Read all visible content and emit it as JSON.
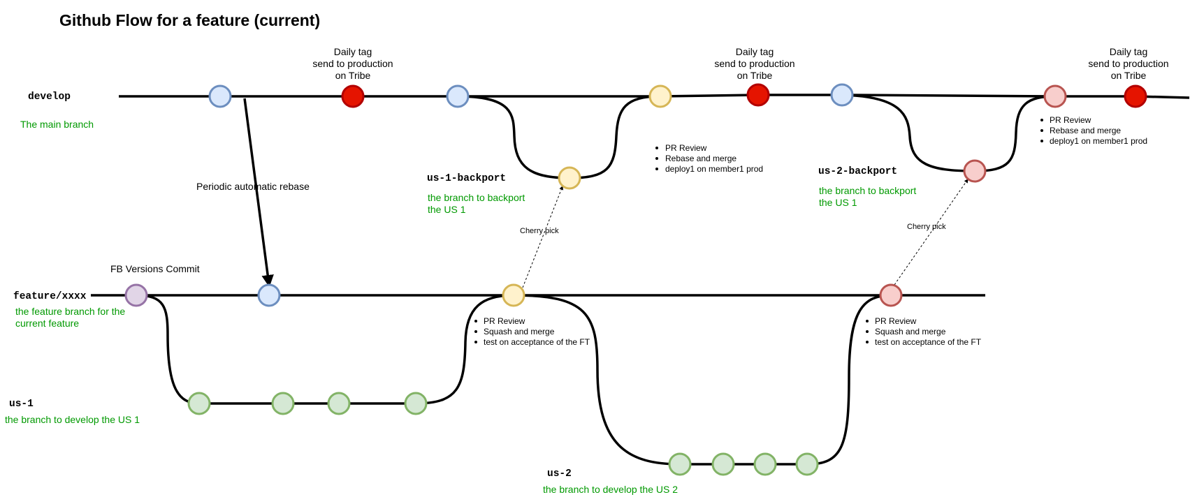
{
  "title": "Github Flow for a feature (current)",
  "colors": {
    "blue_fill": "#dae8fc",
    "blue_stroke": "#6c8ebf",
    "red_fill": "#e51400",
    "red_stroke": "#b20000",
    "yellow_fill": "#fff2cc",
    "yellow_stroke": "#d6b656",
    "pink_fill": "#f8cecc",
    "pink_stroke": "#b85450",
    "purple_fill": "#e1d5e7",
    "purple_stroke": "#9673a6",
    "green_fill": "#d5e8d4",
    "green_stroke": "#82b366",
    "description_text": "#009900"
  },
  "branches": {
    "develop": {
      "name": "develop",
      "description": "The main branch"
    },
    "us1_backport": {
      "name": "us-1-backport",
      "description": [
        "the branch to backport",
        "the US 1"
      ]
    },
    "us2_backport": {
      "name": "us-2-backport",
      "description": [
        "the branch to backport",
        "the US 1"
      ]
    },
    "feature": {
      "name": "feature/xxxx",
      "description": [
        "the feature branch for the",
        "current feature"
      ]
    },
    "us1": {
      "name": "us-1",
      "description": "the branch to develop the US 1"
    },
    "us2": {
      "name": "us-2",
      "description": "the branch to develop the US 2"
    }
  },
  "daily_tag": [
    "Daily tag",
    "send to production",
    "on Tribe"
  ],
  "labels": {
    "periodic_rebase": "Periodic automatic rebase",
    "fb_versions_commit": "FB Versions Commit",
    "cherry_pick": "Cherry pick"
  },
  "notes": {
    "develop_merge_1": [
      "PR Review",
      "Rebase and merge",
      "deploy1 on member1 prod"
    ],
    "develop_merge_2": [
      "PR Review",
      "Rebase and merge",
      "deploy1 on member1 prod"
    ],
    "feature_merge_1": [
      "PR Review",
      "Squash and merge",
      "test on acceptance of the FT"
    ],
    "feature_merge_2": [
      "PR Review",
      "Squash and merge",
      "test on acceptance of the FT"
    ]
  }
}
